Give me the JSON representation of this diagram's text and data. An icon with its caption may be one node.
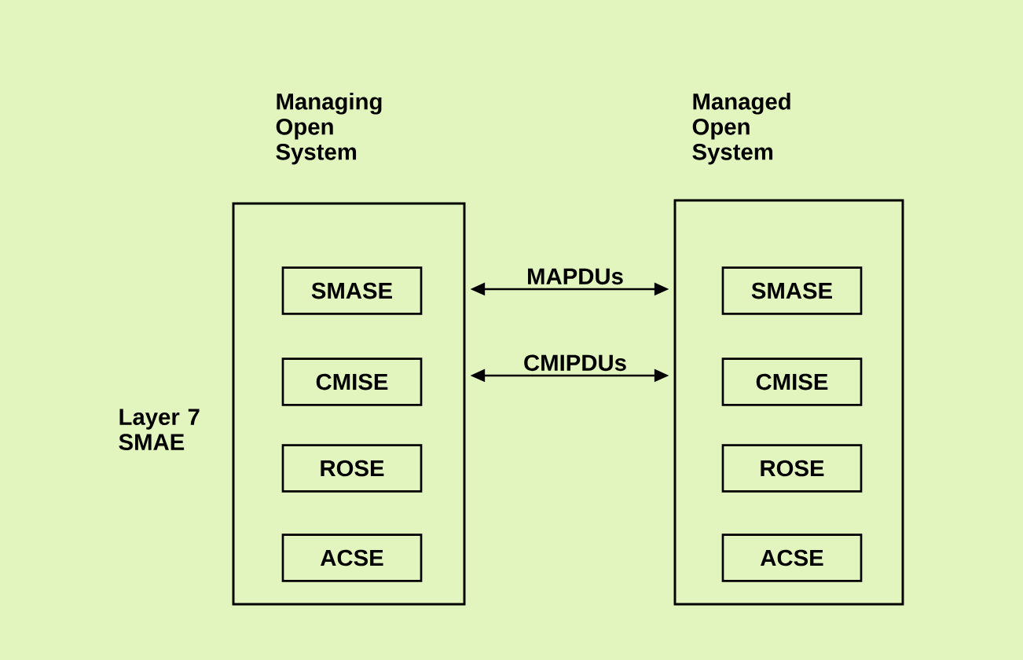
{
  "diagram": {
    "nodes": [
      {
        "text": [
          "Managing Open System"
        ]
      },
      {
        "text": [
          "SMASE"
        ],
        "in": 0
      },
      {
        "text": [
          "CMISE"
        ],
        "in": 0
      },
      {
        "text": [
          "ROSE"
        ],
        "in": 0
      },
      {
        "text": [
          "ACSE"
        ],
        "in": 0
      },
      {
        "text": [
          "Managed Open System"
        ]
      },
      {
        "text": [
          "SMASE"
        ],
        "in": 5
      },
      {
        "text": [
          "CMISE"
        ],
        "in": 5
      },
      {
        "text": [
          "ROSE"
        ],
        "in": 5
      },
      {
        "text": [
          "ACSE"
        ],
        "in": 5
      }
    ],
    "edges": [
      {
        "from": 0,
        "to": 5,
        "arrow": "both",
        "label": "MAPDUs"
      },
      {
        "from": 0,
        "to": 5,
        "arrow": "both",
        "label": "CMIPDUs"
      }
    ],
    "labels": [
      "Layer 7 SMAE"
    ]
  }
}
